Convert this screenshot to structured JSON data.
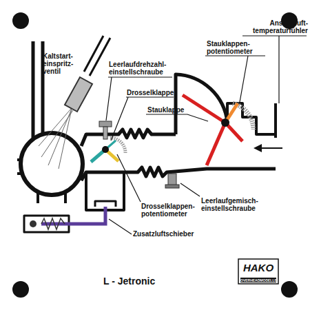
{
  "diagram": {
    "title": "L - Jetronic",
    "labels": [
      "Ansaugluft- temperaturfühler",
      "Stauklappen- potentiometer",
      "Leerlaufdrehzahl- einstellschraube",
      "Kaltstart- einspritz- ventil",
      "Drosselklappe",
      "Stauklappe",
      "Drosselklappen- potentiometer",
      "Leerlaufgemisch- einstellschraube",
      "Zusatzluftschieber",
      "HAKO",
      "OVERHEADMODELLE"
    ]
  }
}
